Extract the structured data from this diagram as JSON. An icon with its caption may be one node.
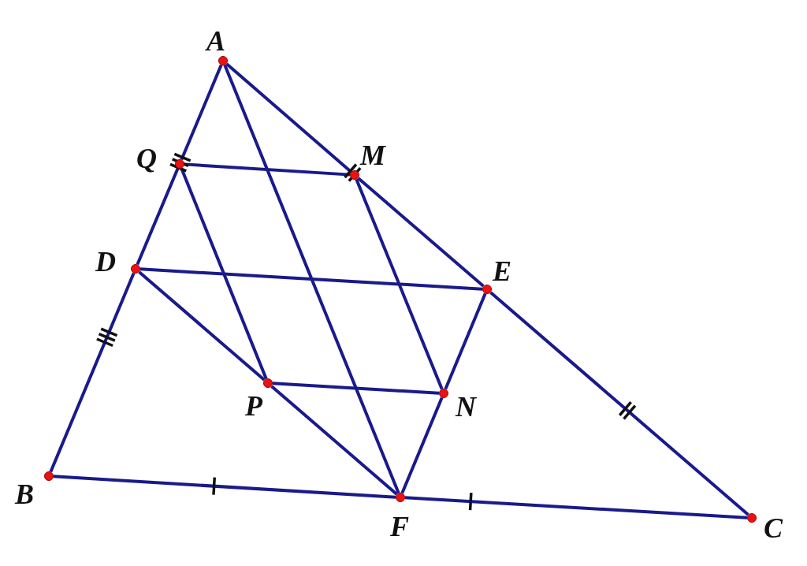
{
  "diagram": {
    "nodes": [
      {
        "text": [
          "A"
        ]
      },
      {
        "text": [
          "Q"
        ]
      },
      {
        "text": [
          "M"
        ]
      },
      {
        "text": [
          "D"
        ]
      },
      {
        "text": [
          "E"
        ]
      },
      {
        "text": [
          "P"
        ]
      },
      {
        "text": [
          "N"
        ]
      },
      {
        "text": [
          "B"
        ]
      },
      {
        "text": [
          "F"
        ]
      },
      {
        "text": [
          "C"
        ]
      }
    ],
    "edges": [
      {
        "from": 0,
        "to": 1,
        "arrow": "none"
      },
      {
        "from": 1,
        "to": 3,
        "arrow": "none"
      },
      {
        "from": 3,
        "to": 7,
        "arrow": "none"
      },
      {
        "from": 0,
        "to": 2,
        "arrow": "none"
      },
      {
        "from": 2,
        "to": 4,
        "arrow": "none"
      },
      {
        "from": 4,
        "to": 9,
        "arrow": "none"
      },
      {
        "from": 7,
        "to": 8,
        "arrow": "none"
      },
      {
        "from": 8,
        "to": 9,
        "arrow": "none"
      },
      {
        "from": 1,
        "to": 2,
        "arrow": "none"
      },
      {
        "from": 3,
        "to": 4,
        "arrow": "none"
      },
      {
        "from": 5,
        "to": 6,
        "arrow": "none"
      },
      {
        "from": 1,
        "to": 5,
        "arrow": "none"
      },
      {
        "from": 2,
        "to": 6,
        "arrow": "none"
      },
      {
        "from": 0,
        "to": 8,
        "arrow": "none"
      },
      {
        "from": 3,
        "to": 5,
        "arrow": "none"
      },
      {
        "from": 5,
        "to": 8,
        "arrow": "none"
      },
      {
        "from": 8,
        "to": 6,
        "arrow": "none"
      },
      {
        "from": 6,
        "to": 4,
        "arrow": "none"
      }
    ]
  }
}
